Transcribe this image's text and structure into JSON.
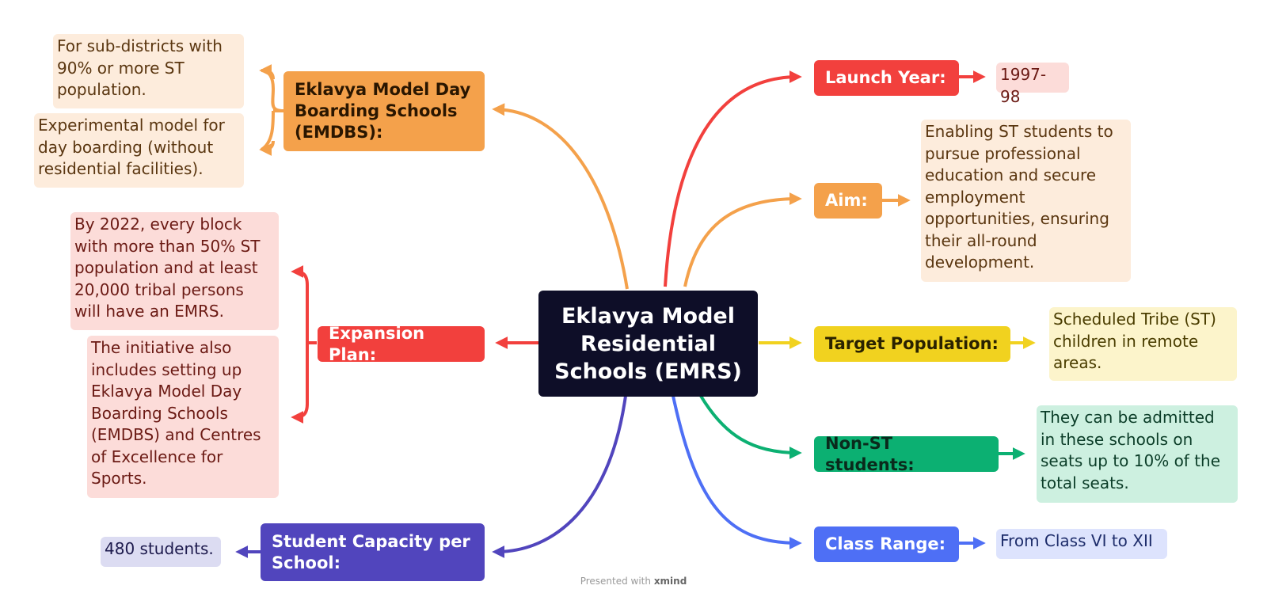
{
  "central": {
    "label": "Eklavya Model Residential Schools (EMRS)"
  },
  "colors": {
    "red": "#f2403d",
    "orange": "#f4a14b",
    "yellow": "#f1d21f",
    "green": "#0cb072",
    "blue": "#4e6ff5",
    "purple": "#5145bd",
    "central_bg": "#0e0e28"
  },
  "branches": {
    "launch_year": {
      "label": "Launch Year:",
      "details": [
        "1997-98"
      ]
    },
    "aim": {
      "label": "Aim:",
      "details": [
        "Enabling ST students to pursue professional education and secure employment opportunities, ensuring their all-round development."
      ]
    },
    "target_population": {
      "label": "Target Population:",
      "details": [
        "Scheduled Tribe (ST) children in remote areas."
      ]
    },
    "non_st_students": {
      "label": "Non-ST students:",
      "details": [
        "They can be admitted in these schools on seats up to 10% of the total seats."
      ]
    },
    "class_range": {
      "label": "Class Range:",
      "details": [
        "From Class VI to XII"
      ]
    },
    "emdbs": {
      "label": "Eklavya Model Day Boarding Schools (EMDBS):",
      "details": [
        "For sub-districts with 90% or more ST population.",
        "Experimental model for day boarding (without residential facilities)."
      ]
    },
    "expansion_plan": {
      "label": "Expansion Plan:",
      "details": [
        "By 2022, every block with more than 50% ST population and at least 20,000 tribal persons will have an EMRS.",
        "The initiative also includes setting up Eklavya Model Day Boarding Schools (EMDBS) and Centres of Excellence for Sports."
      ]
    },
    "student_capacity": {
      "label": "Student Capacity per School:",
      "details": [
        "480 students."
      ]
    }
  },
  "footer": {
    "prefix": "Presented with",
    "brand": "xmind"
  }
}
